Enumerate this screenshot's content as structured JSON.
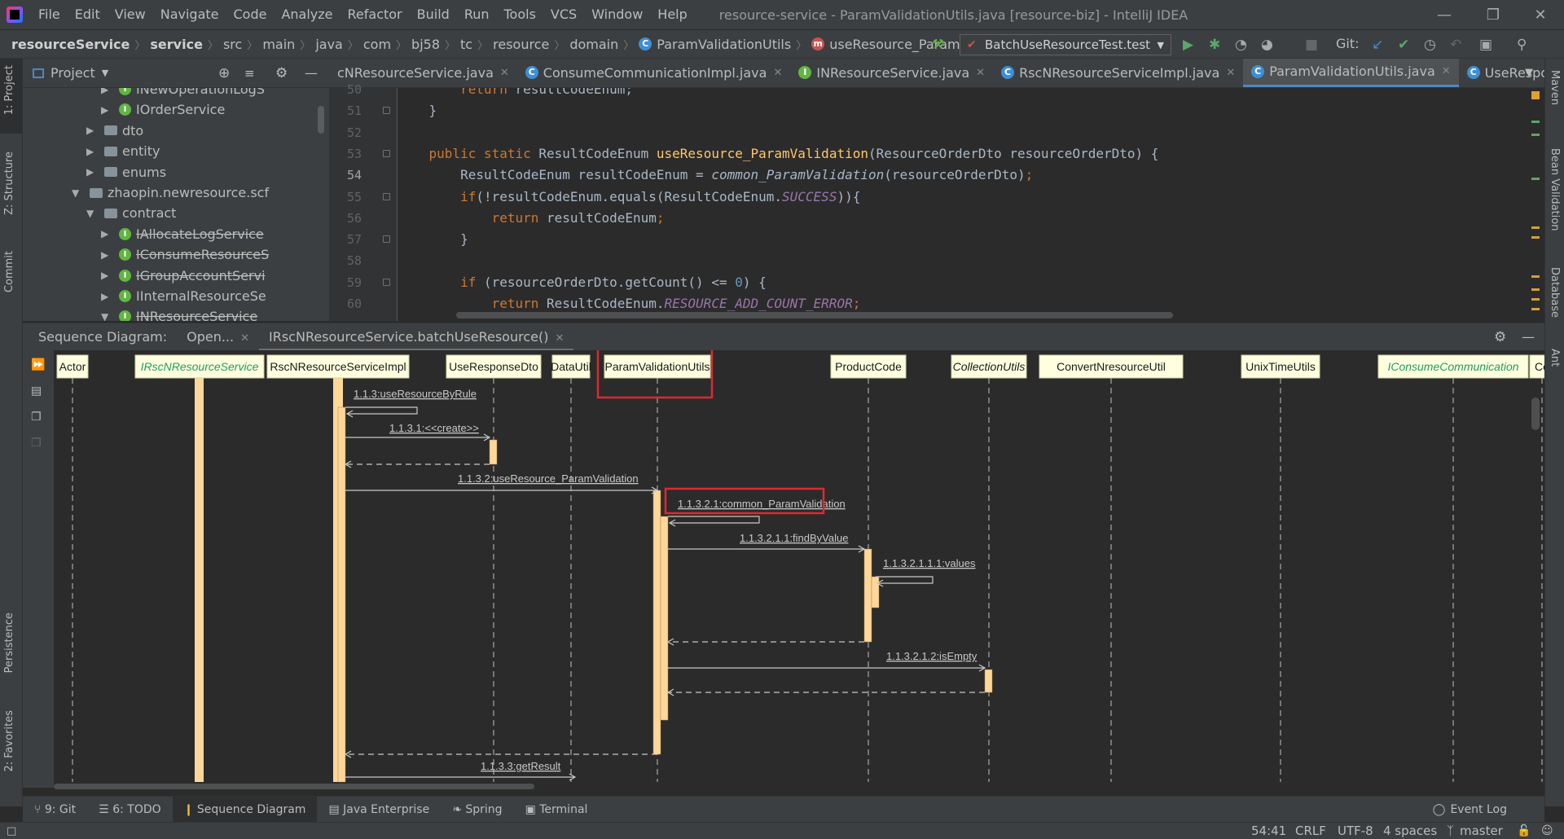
{
  "menu": [
    "File",
    "Edit",
    "View",
    "Navigate",
    "Code",
    "Analyze",
    "Refactor",
    "Build",
    "Run",
    "Tools",
    "VCS",
    "Window",
    "Help"
  ],
  "window_title": "resource-service - ParamValidationUtils.java [resource-biz] - IntelliJ IDEA",
  "breadcrumbs": [
    "resourceService",
    "service",
    "src",
    "main",
    "java",
    "com",
    "bj58",
    "tc",
    "resource",
    "domain",
    "ParamValidationUtils",
    "useResource_ParamValidation"
  ],
  "run_config": "BatchUseResourceTest.test",
  "git_label": "Git:",
  "project_pane": {
    "title": "Project",
    "items": [
      {
        "label": "INewOperationLogS",
        "indent": 3,
        "type": "interface",
        "expand": "▶",
        "strike": false
      },
      {
        "label": "IOrderService",
        "indent": 3,
        "type": "interface",
        "expand": "▶",
        "strike": false
      },
      {
        "label": "dto",
        "indent": 2,
        "type": "folder",
        "expand": "▶",
        "strike": false
      },
      {
        "label": "entity",
        "indent": 2,
        "type": "folder",
        "expand": "▶",
        "strike": false
      },
      {
        "label": "enums",
        "indent": 2,
        "type": "folder",
        "expand": "▶",
        "strike": false
      },
      {
        "label": "zhaopin.newresource.scf",
        "indent": 1,
        "type": "folder",
        "expand": "▼",
        "strike": false
      },
      {
        "label": "contract",
        "indent": 2,
        "type": "folder",
        "expand": "▼",
        "strike": false
      },
      {
        "label": "IAllocateLogService",
        "indent": 3,
        "type": "interface",
        "expand": "▶",
        "strike": true
      },
      {
        "label": "IConsumeResourceS",
        "indent": 3,
        "type": "interface",
        "expand": "▶",
        "strike": true
      },
      {
        "label": "IGroupAccountServi",
        "indent": 3,
        "type": "interface",
        "expand": "▶",
        "strike": true
      },
      {
        "label": "IInternalResourceSe",
        "indent": 3,
        "type": "interface",
        "expand": "▶",
        "strike": false
      },
      {
        "label": "INResourceService",
        "indent": 3,
        "type": "interface",
        "expand": "▼",
        "strike": true
      }
    ]
  },
  "editor_tabs": [
    {
      "label": "cNResourceService.java",
      "icon": "interface"
    },
    {
      "label": "ConsumeCommunicationImpl.java",
      "icon": "class"
    },
    {
      "label": "INResourceService.java",
      "icon": "interface"
    },
    {
      "label": "RscNResourceServiceImpl.java",
      "icon": "class"
    },
    {
      "label": "ParamValidationUtils.java",
      "icon": "class",
      "active": true
    },
    {
      "label": "UseResponseDto.jav",
      "icon": "class"
    }
  ],
  "code_lines": [
    {
      "n": "50",
      "html": "        <span class='kw'>return</span> resultCodeEnum;"
    },
    {
      "n": "51",
      "html": "    }"
    },
    {
      "n": "52",
      "html": ""
    },
    {
      "n": "53",
      "html": "    <span class='kw'>public static</span> ResultCodeEnum <span class='fn'>useResource_ParamValidation</span>(ResourceOrderDto resourceOrderDto) {"
    },
    {
      "n": "54",
      "html": "        ResultCodeEnum resultCodeEnum = <span class='ic'>common_ParamValidation</span>(resourceOrderDto)<span class='kw'>;</span>"
    },
    {
      "n": "55",
      "html": "        <span class='kw'>if</span>(!resultCodeEnum.equals(ResultCodeEnum.<span class='it'>SUCCESS</span>)){"
    },
    {
      "n": "56",
      "html": "            <span class='kw'>return</span> resultCodeEnum<span class='kw'>;</span>"
    },
    {
      "n": "57",
      "html": "        }"
    },
    {
      "n": "58",
      "html": ""
    },
    {
      "n": "59",
      "html": "        <span class='kw'>if</span> (resourceOrderDto.getCount() &lt;= <span class='num'>0</span>) {"
    },
    {
      "n": "60",
      "html": "            <span class='kw'>return</span> ResultCodeEnum.<span class='it'>RESOURCE_ADD_COUNT_ERROR</span><span class='kw'>;</span>"
    }
  ],
  "sequence_panel": {
    "label": "Sequence Diagram:",
    "tabs": [
      "Open...",
      "IRscNResourceService.batchUseResource()"
    ],
    "participants": [
      {
        "name": "Actor",
        "italic": false,
        "interface": false
      },
      {
        "name": "IRscNResourceService",
        "italic": true,
        "interface": true
      },
      {
        "name": "RscNResourceServiceImpl",
        "italic": false,
        "interface": false
      },
      {
        "name": "UseResponseDto",
        "italic": false,
        "interface": false
      },
      {
        "name": "DataUtil",
        "italic": false,
        "interface": false
      },
      {
        "name": "ParamValidationUtils",
        "italic": false,
        "interface": false
      },
      {
        "name": "ProductCode",
        "italic": false,
        "interface": false
      },
      {
        "name": "CollectionUtils",
        "italic": true,
        "interface": false
      },
      {
        "name": "ConvertNresourceUtil",
        "italic": false,
        "interface": false
      },
      {
        "name": "UnixTimeUtils",
        "italic": false,
        "interface": false
      },
      {
        "name": "IConsumeCommunication",
        "italic": true,
        "interface": true
      },
      {
        "name": "Co",
        "italic": false,
        "interface": false
      }
    ],
    "messages": [
      {
        "label": "1.1.3:useResourceByRule"
      },
      {
        "label": "1.1.3.1:<<create>>"
      },
      {
        "label": "1.1.3.2:useResource_ParamValidation"
      },
      {
        "label": "1.1.3.2.1:common_ParamValidation"
      },
      {
        "label": "1.1.3.2.1.1:findByValue"
      },
      {
        "label": "1.1.3.2.1.1.1:values"
      },
      {
        "label": "1.1.3.2.1.2:isEmpty"
      },
      {
        "label": "1.1.3.3:getResult"
      }
    ]
  },
  "bottom_tabs": [
    {
      "label": "9: Git",
      "icon": "git-icon"
    },
    {
      "label": "6: TODO",
      "icon": "todo-icon"
    },
    {
      "label": "Sequence Diagram",
      "icon": "sequence-icon",
      "active": true
    },
    {
      "label": "Java Enterprise",
      "icon": "enterprise-icon"
    },
    {
      "label": "Spring",
      "icon": "spring-icon"
    },
    {
      "label": "Terminal",
      "icon": "terminal-icon"
    }
  ],
  "event_log": "Event Log",
  "left_tools": [
    "1: Project",
    "Z: Structure",
    "Commit",
    "Persistence",
    "2: Favorites"
  ],
  "right_tools": [
    "Maven",
    "Bean Validation",
    "Database",
    "Ant"
  ],
  "status": {
    "position": "54:41",
    "line_sep": "CRLF",
    "encoding": "UTF-8",
    "indent": "4 spaces",
    "branch": "master"
  },
  "colors": {
    "accent": "#4a88c7",
    "highlight_box": "#e0282e",
    "participant_bg": "#ffffe0",
    "interface_text": "#1e9e5a",
    "activation": "#fdd79a"
  }
}
